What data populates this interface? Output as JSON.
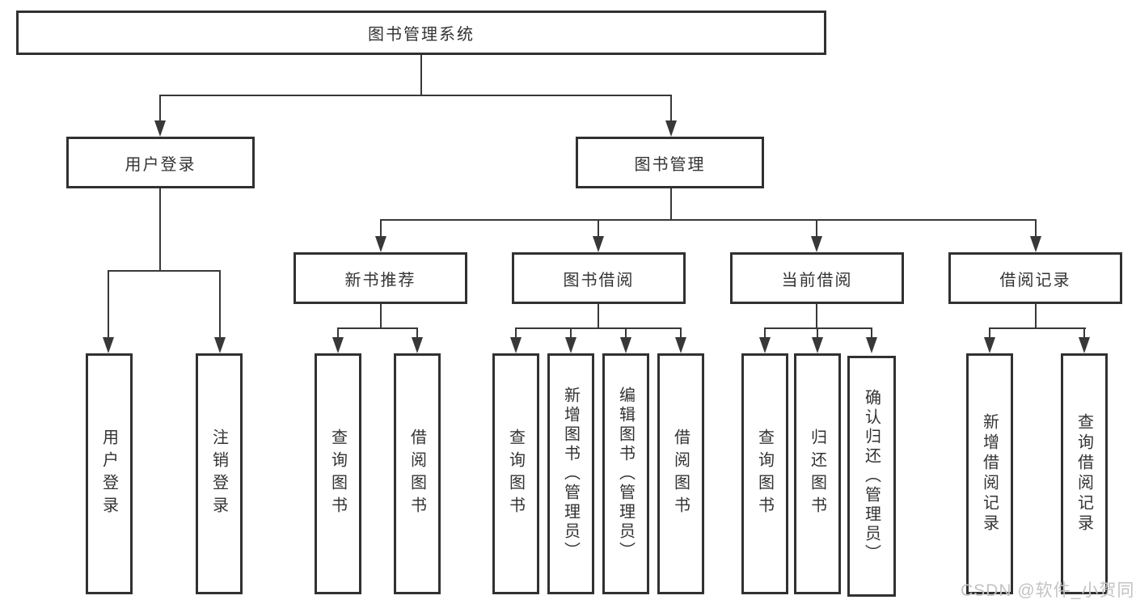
{
  "diagram": {
    "title": "图书管理系统",
    "branches": [
      {
        "label": "用户登录",
        "children": [
          {
            "label": "用户登录"
          },
          {
            "label": "注销登录"
          }
        ]
      },
      {
        "label": "图书管理",
        "children": [
          {
            "label": "新书推荐",
            "children": [
              {
                "label": "查询图书"
              },
              {
                "label": "借阅图书"
              }
            ]
          },
          {
            "label": "图书借阅",
            "children": [
              {
                "label": "查询图书"
              },
              {
                "label": "新增图书（管理员）"
              },
              {
                "label": "编辑图书（管理员）"
              },
              {
                "label": "借阅图书"
              }
            ]
          },
          {
            "label": "当前借阅",
            "children": [
              {
                "label": "查询图书"
              },
              {
                "label": "归还图书"
              },
              {
                "label": "确认归还（管理员）"
              }
            ]
          },
          {
            "label": "借阅记录",
            "children": [
              {
                "label": "新增借阅记录"
              },
              {
                "label": "查询借阅记录"
              }
            ]
          }
        ]
      }
    ]
  },
  "watermark": {
    "text": "CSDN @软件_小贺同学"
  },
  "colors": {
    "line": "#383838",
    "box_border": "#313131",
    "text": "#333333",
    "watermark": "#c3c3c3",
    "background": "#ffffff"
  }
}
